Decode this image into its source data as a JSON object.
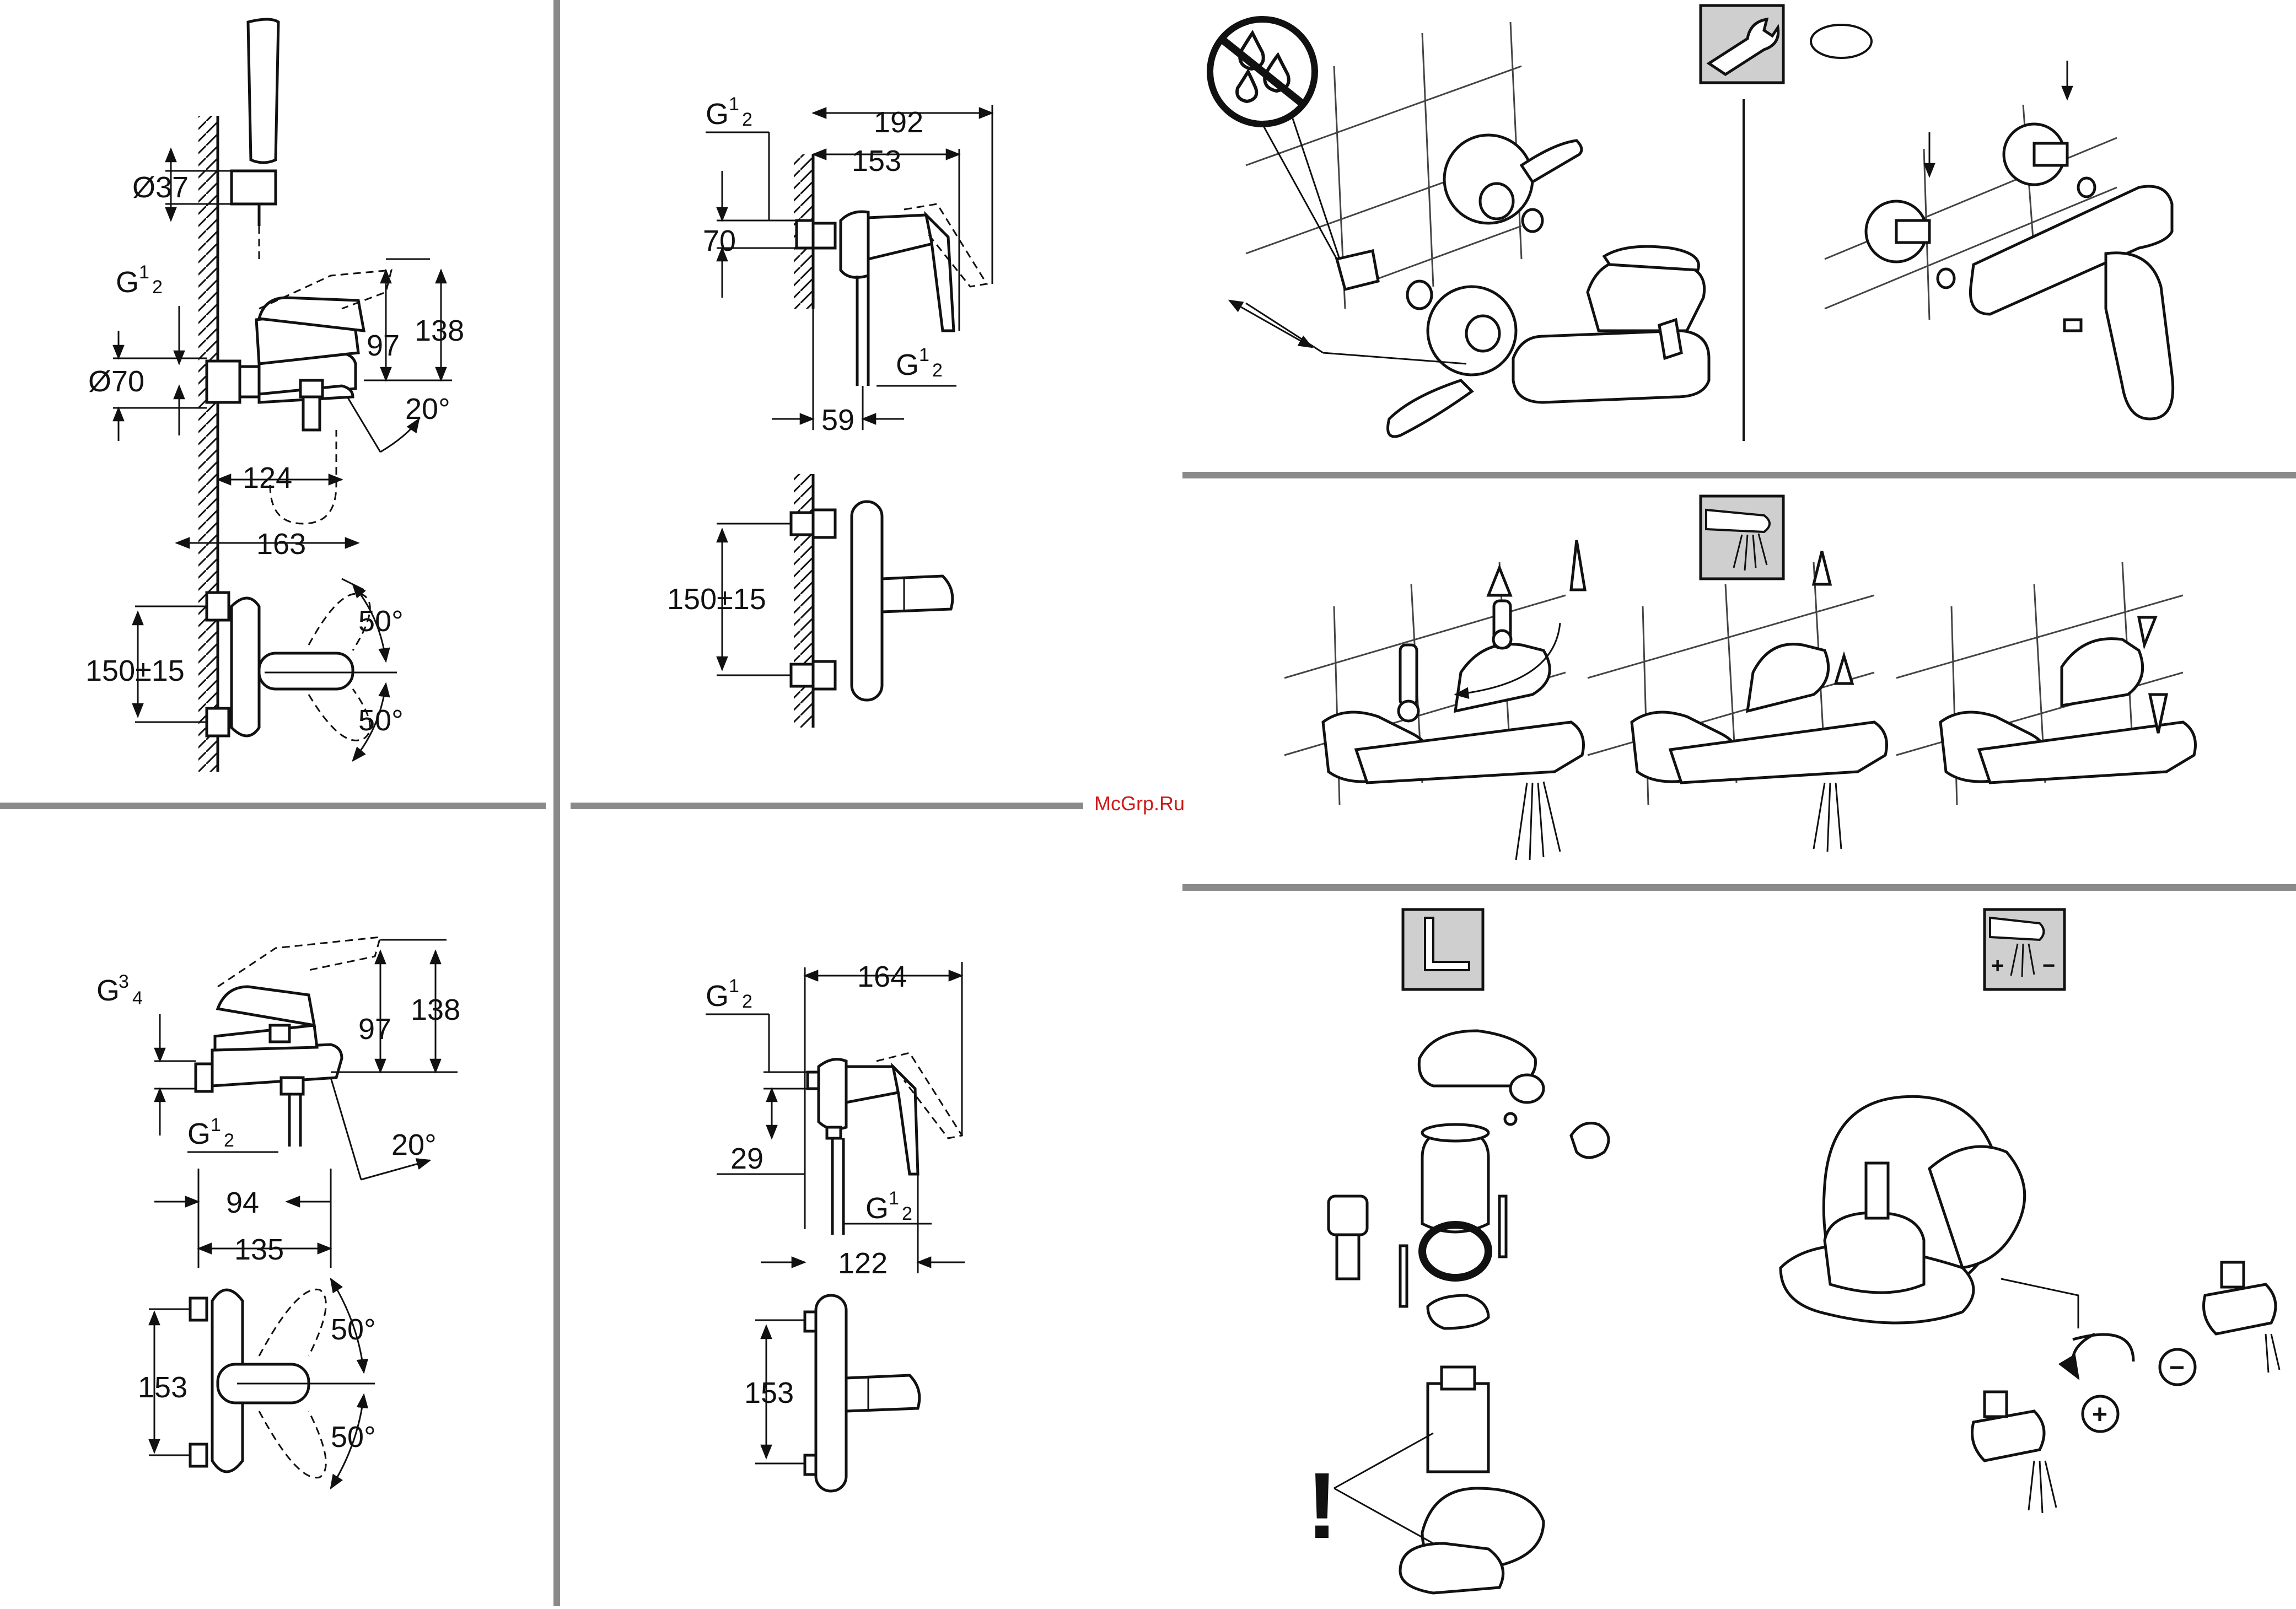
{
  "watermark": "McGrp.Ru",
  "colors": {
    "ink": "#111111",
    "separator": "#8a8a8a",
    "watermark": "#d01818",
    "icon_bg": "#cfcfcf"
  },
  "panel_a": {
    "d_handshower": "Ø37",
    "thread": "G",
    "thread_num": "1",
    "thread_den": "2",
    "d_rosette": "Ø70",
    "h_97": "97",
    "h_138": "138",
    "angle": "20°",
    "w_124": "124",
    "w_163": "163",
    "spacing": "150±15",
    "angle_up": "50°",
    "angle_down": "50°"
  },
  "panel_b": {
    "thread_num": "3",
    "thread_den": "4",
    "thread_num_2": "1",
    "thread_den_2": "2",
    "h_97": "97",
    "h_138": "138",
    "angle": "20°",
    "w_94": "94",
    "w_135": "135",
    "spacing": "153",
    "angle_up": "50°",
    "angle_down": "50°"
  },
  "panel_c": {
    "thread": "G",
    "thread_num": "1",
    "thread_den": "2",
    "w_192": "192",
    "w_153": "153",
    "h_70": "70",
    "w_59": "59",
    "spacing": "150±15"
  },
  "panel_d": {
    "thread": "G",
    "thread_num": "1",
    "thread_den": "2",
    "w_164": "164",
    "h_29": "29",
    "w_122": "122",
    "spacing": "153"
  },
  "icons": {
    "no_water": "no-water-icon",
    "wrench": "wrench-icon",
    "spout": "spout-icon",
    "hex_key": "hex-key-icon",
    "flow_adjust": "flow-adjust-icon"
  },
  "flow_adjust": {
    "plus": "+",
    "minus": "−"
  },
  "warning": "!"
}
